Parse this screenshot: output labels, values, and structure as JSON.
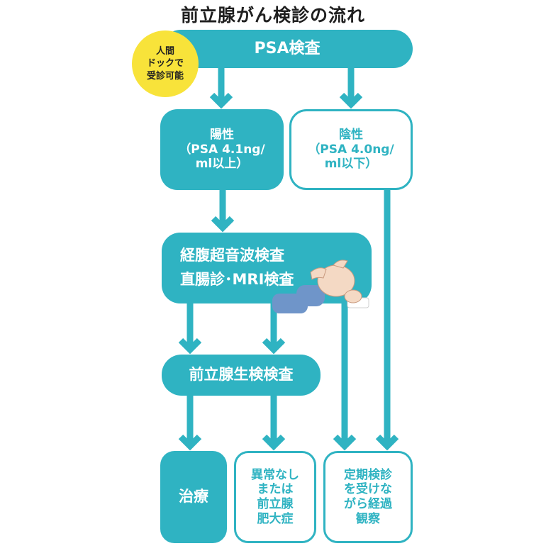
{
  "title": "前立腺がん検診の流れ",
  "badge": "人間\nドックで\n受診可能",
  "nodes": {
    "psa_test": "PSA検査",
    "positive": "陽性\n（PSA 4.1ng/\nml以上）",
    "negative": "陰性\n（PSA 4.0ng/\nml以下）",
    "ultrasound": "経腹超音波検査\n直腸診･MRI検査",
    "biopsy": "前立腺生検検査",
    "treatment": "治療",
    "no_abnormality": "異常なし\nまたは\n前立腺\n肥大症",
    "follow_up": "定期検診\nを受けな\nがら経過\n観察"
  },
  "colors": {
    "accent": "#2fb3c2",
    "badge": "#f8e33a",
    "text_dark": "#1f1f1f"
  },
  "illustration": "patient-lying-on-side-icon"
}
